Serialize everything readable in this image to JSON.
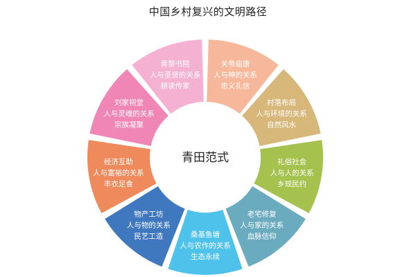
{
  "title": "中国乡村复兴的文明路径",
  "center": "青田范式",
  "segments": [
    {
      "label": "关帝庙唐",
      "relation": "人与神的关系",
      "value": "忠义礼信",
      "color": "#f7b79a"
    },
    {
      "label": "村落布局",
      "relation": "人与环境的关系",
      "value": "自然风水",
      "color": "#d8b77a"
    },
    {
      "label": "礼俗社会",
      "relation": "人与人的关系",
      "value": "乡规民约",
      "color": "#a4c24d"
    },
    {
      "label": "老宅修复",
      "relation": "人与家的关系",
      "value": "血脉信仰",
      "color": "#6aabc0"
    },
    {
      "label": "桑基鱼塘",
      "relation": "人与农作的关系",
      "value": "生态永续",
      "color": "#4fc2ec"
    },
    {
      "label": "物产工坊",
      "relation": "人与物的关系",
      "value": "民艺工造",
      "color": "#3f78bf"
    },
    {
      "label": "经济互助",
      "relation": "人与富裕的关系",
      "value": "丰衣足食",
      "color": "#ee8a5c"
    },
    {
      "label": "刘家祠堂",
      "relation": "人与灵魂的关系",
      "value": "宗族凝聚",
      "color": "#ef86b5"
    },
    {
      "label": "青黎书院",
      "relation": "人与圣贤的关系",
      "value": "耕读传家",
      "color": "#f5b1d1"
    }
  ]
}
